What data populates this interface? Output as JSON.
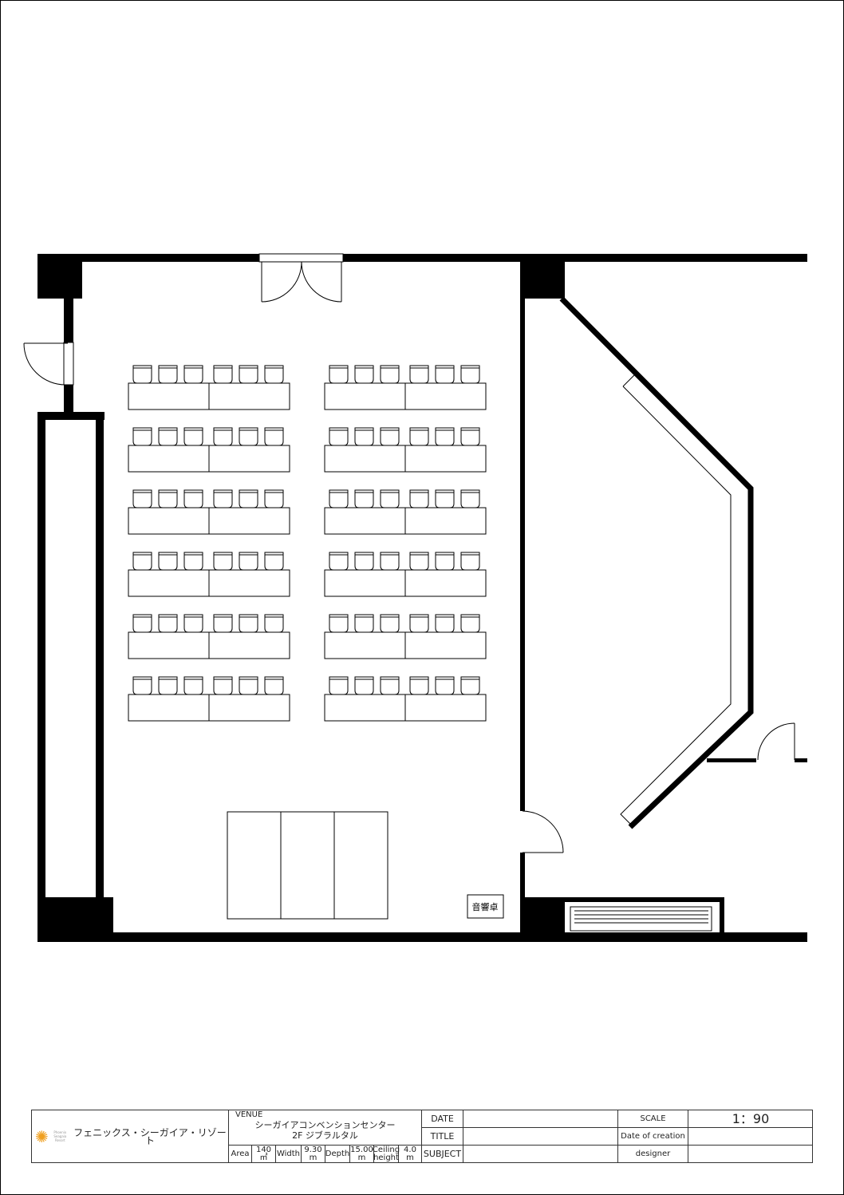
{
  "plan": {
    "sound_desk_label": "音響卓",
    "table_rows": 6,
    "chairs_per_table": 3
  },
  "title_block": {
    "company": "フェニックス・シーガイア・リゾート",
    "logo_text": "Phoenix Seagaia Resort",
    "venue_label": "VENUE",
    "venue_name": "シーガイアコンベンションセンター",
    "room_name": "2F ジブラルタル",
    "area_label": "Area",
    "area_value": "140",
    "area_unit": "㎡",
    "width_label": "Width",
    "width_value": "9.30",
    "width_unit": "m",
    "depth_label": "Depth",
    "depth_value": "15.00",
    "depth_unit": "m",
    "ceiling_label_1": "Ceiling",
    "ceiling_label_2": "height",
    "ceiling_value": "4.0",
    "ceiling_unit": "m",
    "date_label": "DATE",
    "title_label": "TITLE",
    "subject_label": "SUBJECT",
    "scale_label": "SCALE",
    "scale_value": "1：90",
    "creation_label": "Date of creation",
    "designer_label": "designer"
  }
}
